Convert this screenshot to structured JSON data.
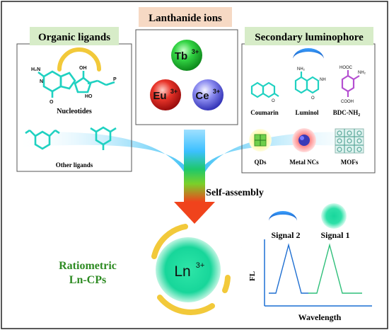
{
  "header": {
    "lanthanide_title": "Lanthanide ions",
    "organic_title": "Organic ligands",
    "secondary_title": "Secondary luminophore"
  },
  "ions": {
    "tb": {
      "base": "Tb",
      "charge": "3+",
      "color": "#22c23a"
    },
    "eu": {
      "base": "Eu",
      "charge": "3+",
      "color": "#e0241c"
    },
    "ce": {
      "base": "Ce",
      "charge": "3+",
      "color": "#5a5ae6"
    }
  },
  "organic": {
    "nucleotides_label": "Nucleotides",
    "other_ligands_label": "Other ligands",
    "atoms": {
      "h2n": "H₂N",
      "n": "N",
      "o": "O",
      "oh": "OH",
      "ho": "HO",
      "p": "P"
    }
  },
  "secondary": {
    "coumarin": "Coumarin",
    "luminol": "Luminol",
    "bdc": "BDC-NH",
    "bdc_sub": "2",
    "qds": "QDs",
    "metal_ncs": "Metal NCs",
    "mofs": "MOFs",
    "atoms": {
      "nh2": "NH₂",
      "nh": "NH",
      "o": "O",
      "cooh": "COOH",
      "hooc": "HOOC"
    }
  },
  "process": {
    "self_assembly": "Self-assembly"
  },
  "product": {
    "line1": "Ratiometric",
    "line2": "Ln-CPs",
    "center_base": "Ln",
    "center_charge": "3+"
  },
  "spectrum": {
    "signal2": "Signal 2",
    "signal1": "Signal 1",
    "ylabel": "FL",
    "xlabel": "Wavelength"
  },
  "colors": {
    "cyan": "#1fd1c1",
    "teal_glow": "#17d6a0",
    "blue": "#1f6fd1",
    "yellow": "#f2c93a",
    "green_text": "#2e8b23",
    "box_border": "#555555",
    "header_green": "#d7ecc8",
    "header_peach": "#f6d9c4"
  }
}
